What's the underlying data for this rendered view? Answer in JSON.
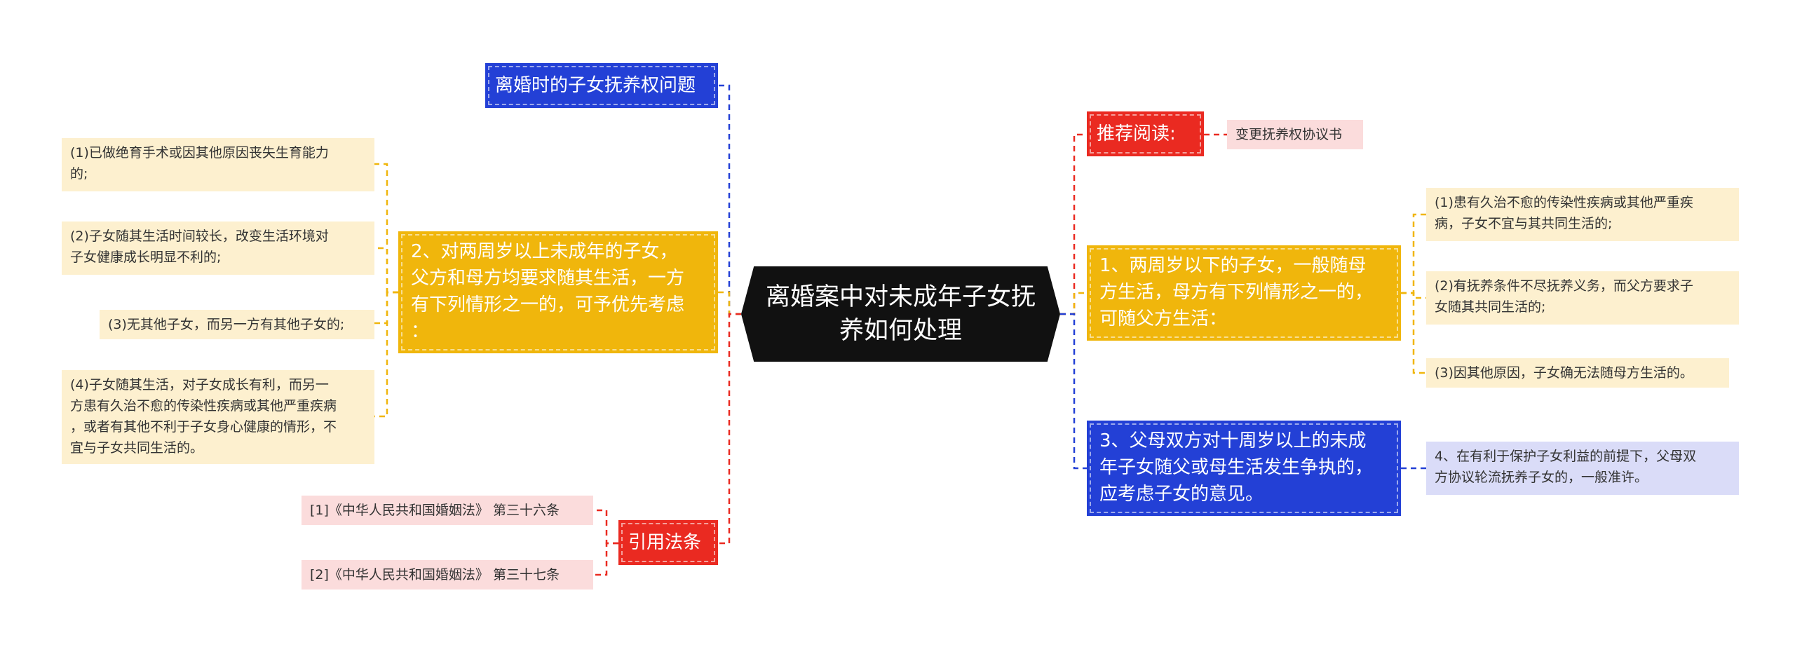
{
  "root": {
    "title_line1": "离婚案中对未成年子女抚",
    "title_line2": "养如何处理"
  },
  "left": {
    "custody_issue": "离婚时的子女抚养权问题",
    "over_two": {
      "lines": [
        "2、对两周岁以上未成年的子女，",
        "父方和母方均要求随其生活，一方",
        "有下列情形之一的，可予优先考虑",
        "："
      ],
      "items": [
        {
          "lines": [
            "(1)已做绝育手术或因其他原因丧失生育能力",
            "的;"
          ]
        },
        {
          "lines": [
            "(2)子女随其生活时间较长，改变生活环境对",
            "子女健康成长明显不利的;"
          ]
        },
        {
          "lines": [
            "(3)无其他子女，而另一方有其他子女的;"
          ]
        },
        {
          "lines": [
            "(4)子女随其生活，对子女成长有利，而另一",
            "方患有久治不愈的传染性疾病或其他严重疾病",
            "，或者有其他不利于子女身心健康的情形，不",
            "宜与子女共同生活的。"
          ]
        }
      ]
    },
    "cited_laws": {
      "label": "引用法条",
      "items": [
        "[1]《中华人民共和国婚姻法》 第三十六条",
        "[2]《中华人民共和国婚姻法》 第三十七条"
      ]
    }
  },
  "right": {
    "recommended": {
      "label": "推荐阅读:",
      "item": "变更抚养权协议书"
    },
    "under_two": {
      "lines": [
        "1、两周岁以下的子女，一般随母",
        "方生活，母方有下列情形之一的，",
        "可随父方生活："
      ],
      "items": [
        {
          "lines": [
            "(1)患有久治不愈的传染性疾病或其他严重疾",
            "病，子女不宜与其共同生活的;"
          ]
        },
        {
          "lines": [
            "(2)有抚养条件不尽抚养义务，而父方要求子",
            "女随其共同生活的;"
          ]
        },
        {
          "lines": [
            "(3)因其他原因，子女确无法随母方生活的。"
          ]
        }
      ]
    },
    "over_ten": {
      "lines": [
        "3、父母双方对十周岁以上的未成",
        "年子女随父或母生活发生争执的，",
        "应考虑子女的意见。"
      ],
      "item": {
        "lines": [
          "4、在有利于保护子女利益的前提下，父母双",
          "方协议轮流抚养子女的，一般准许。"
        ]
      }
    }
  },
  "colors": {
    "blue": "#2340d6",
    "gold": "#f0b60c",
    "red": "#ea2a21",
    "root": "#111111"
  }
}
